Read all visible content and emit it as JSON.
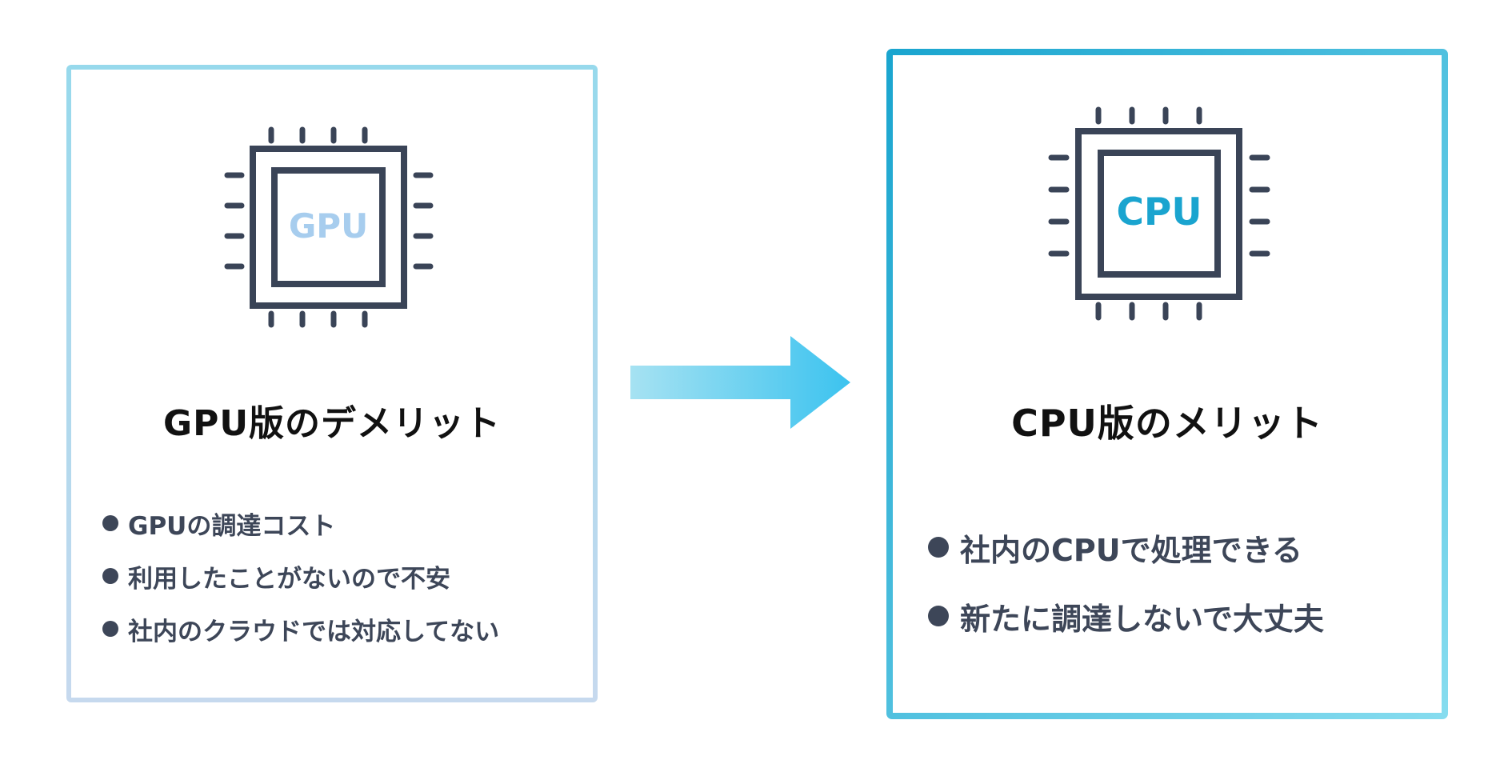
{
  "colors": {
    "chip_stroke": "#3a4457",
    "gpu_label": "#a7cdee",
    "cpu_label": "#1aa4cf",
    "gpu_frame_top": "#97d9ec",
    "gpu_frame_bottom": "#c6d9ee",
    "cpu_frame_start": "#1aa5cf",
    "cpu_frame_end": "#86dcef",
    "arrow_start": "#a6e2f2",
    "arrow_end": "#3cc3ef",
    "bullet_text": "#3d4658",
    "heading_text": "#111111"
  },
  "gpu_panel": {
    "chip_label": "GPU",
    "chip_icon": "processor-chip-icon",
    "heading": "GPU版のデメリット",
    "bullets": [
      "GPUの調達コスト",
      "利用したことがないので不安",
      "社内のクラウドでは対応してない"
    ]
  },
  "cpu_panel": {
    "chip_label": "CPU",
    "chip_icon": "processor-chip-icon",
    "heading": "CPU版のメリット",
    "bullets": [
      "社内のCPUで処理できる",
      "新たに調達しないで大丈夫"
    ]
  },
  "connector": {
    "icon": "right-arrow-icon"
  }
}
